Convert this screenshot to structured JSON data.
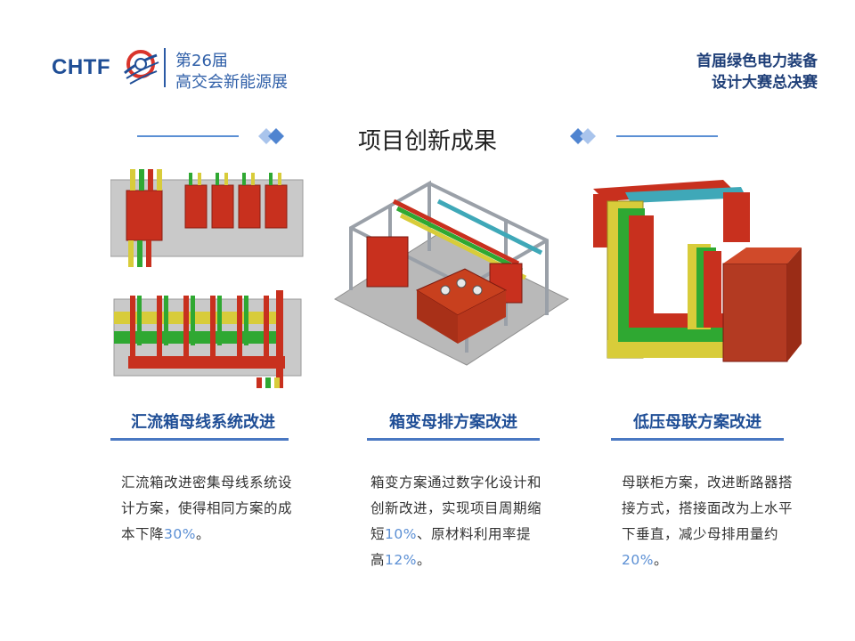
{
  "header": {
    "logo_text": "CHTF",
    "expo_line1": "第26届",
    "expo_line2": "高交会新能源展",
    "contest_line1": "首届绿色电力装备",
    "contest_line2": "设计大赛总决赛"
  },
  "section_title": "项目创新成果",
  "cards": [
    {
      "heading": "汇流箱母线系统改进",
      "body_pre": "汇流箱改进密集母线系统设计方案，使得相同方案的成本下降",
      "body_hl1": "30%",
      "body_post": "。"
    },
    {
      "heading": "箱变母排方案改进",
      "body_pre": "箱变方案通过数字化设计和创新改进，实现项目周期缩短",
      "body_hl1": "10%",
      "body_mid": "、原材料利用率提高",
      "body_hl2": "12%",
      "body_post": "。"
    },
    {
      "heading": "低压母联方案改进",
      "body_pre": "母联柜方案，改进断路器搭接方式，搭接面改为上水平下垂直，减少母排用量约",
      "body_hl1": "20%",
      "body_post": "。"
    }
  ],
  "colors": {
    "brand_blue": "#1f4e96",
    "accent_blue": "#5b8fd4",
    "busbar_red": "#c8301e",
    "busbar_green": "#2fa832",
    "busbar_yellow": "#d8cc3a",
    "panel_gray": "#c9c9c9"
  }
}
